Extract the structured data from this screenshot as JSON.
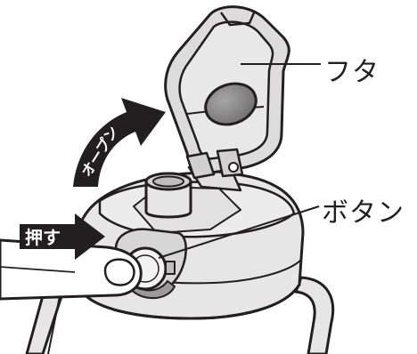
{
  "labels": {
    "lid": "フタ",
    "button": "ボタン",
    "open_arrow": "オープン",
    "press_arrow": "押す"
  },
  "colors": {
    "outline": "#231f20",
    "body_fill": "#e6e6e6",
    "lid_fill": "#dcdcdc",
    "window_fill": "#8a8a8a",
    "arrow_fill": "#231f20",
    "arrow_text": "#ffffff",
    "finger_fill": "#ffffff"
  }
}
